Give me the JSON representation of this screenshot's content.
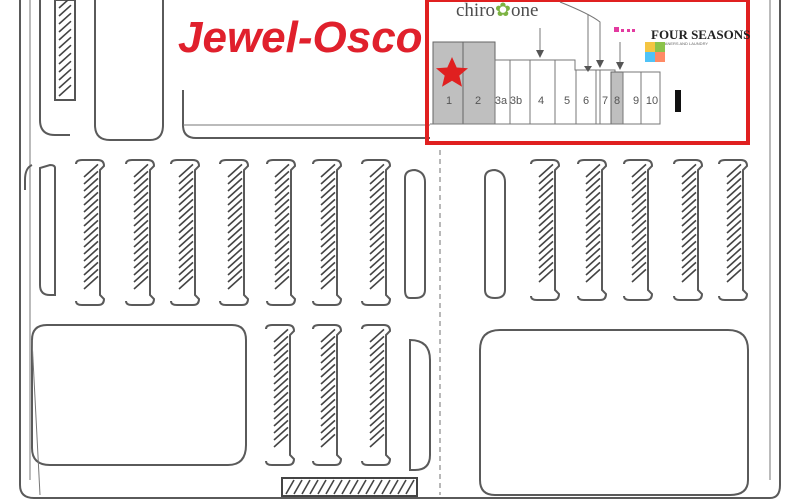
{
  "map": {
    "anchor_tenant": "Jewel-Osco",
    "tenants": [
      {
        "name": "chiro",
        "name_suffix": "one",
        "logo": "chiropractic-leaf-logo"
      },
      {
        "name": "FOUR SEASONS",
        "subtitle": "CLEANERS AND LAUNDRY",
        "logo": "four-seasons-square-logo"
      }
    ],
    "units": [
      "1",
      "2",
      "3a",
      "3b",
      "4",
      "5",
      "6",
      "7",
      "8",
      "9",
      "10"
    ],
    "highlight": {
      "color": "#e02020",
      "marker": "star",
      "marked_unit": "1"
    },
    "colors": {
      "brand_red": "#e0202c",
      "lot_lines": "#5a5a5a",
      "occupied_fill": "#bfbfbf"
    }
  }
}
